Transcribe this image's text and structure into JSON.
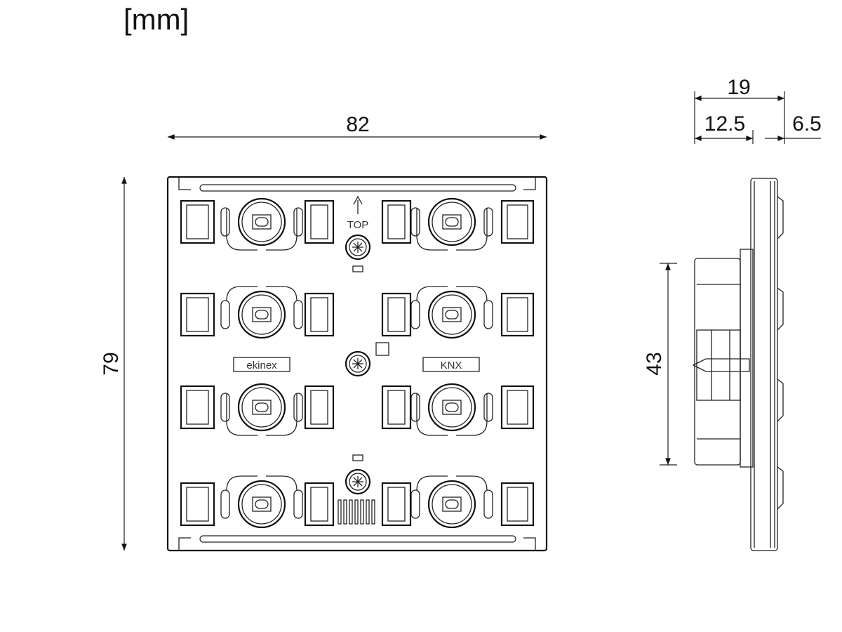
{
  "unit_label": "[mm]",
  "front_view": {
    "width_dim": "82",
    "height_dim": "79",
    "top_marker": "TOP",
    "brand_label": "ekinex",
    "standard_label": "KNX"
  },
  "side_view": {
    "mount_height_dim": "43",
    "total_depth_dim": "19",
    "box_depth_dim": "12.5",
    "plate_depth_dim": "6.5"
  }
}
